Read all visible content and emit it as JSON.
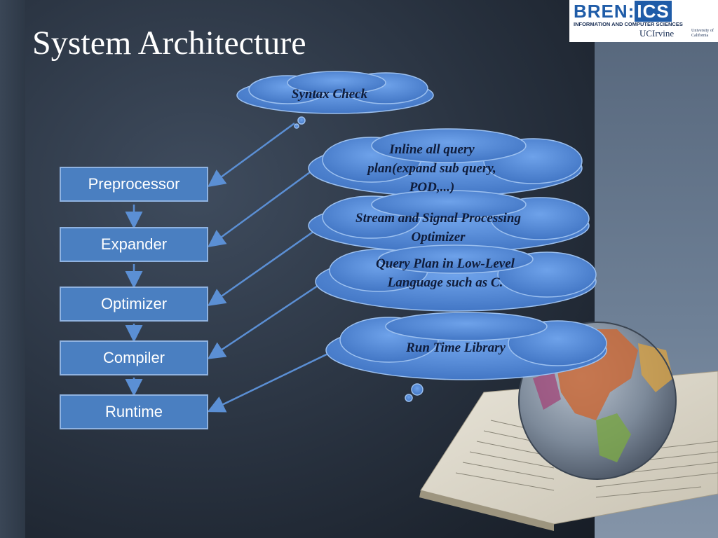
{
  "title": "System Architecture",
  "logo": {
    "line1_bren": "BREN",
    "line1_ics": "ICS",
    "line2": "INFORMATION AND COMPUTER SCIENCES",
    "uci": "UCIrvine",
    "university": "University of California"
  },
  "pipeline": [
    {
      "label": "Preprocessor"
    },
    {
      "label": "Expander"
    },
    {
      "label": "Optimizer"
    },
    {
      "label": "Compiler"
    },
    {
      "label": "Runtime"
    }
  ],
  "callouts": [
    {
      "text": "Syntax Check"
    },
    {
      "text": "Inline all query plan(expand sub query, POD,...)"
    },
    {
      "text": "Stream and Signal Processing Optimizer"
    },
    {
      "text": "Query Plan in Low-Level Language such as C."
    },
    {
      "text": "Run Time Library"
    }
  ],
  "colors": {
    "box_fill": "#4a7fc1",
    "box_border": "#8fb2e0",
    "cloud_fill": "#4f86d6",
    "cloud_edge": "#9cc0ef",
    "arrow": "#5b8fd4",
    "title": "#ffffff"
  }
}
